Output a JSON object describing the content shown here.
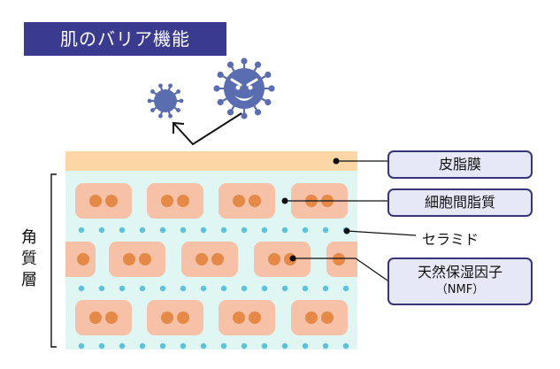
{
  "title": "肌のバリア機能",
  "labels": {
    "sebum": "皮脂膜",
    "intercellular_lipid": "細胞間脂質",
    "ceramide": "セラミド",
    "nmf_line1": "天然保湿因子",
    "nmf_line2": "（NMF）"
  },
  "side_label": [
    "角",
    "質",
    "層"
  ],
  "icons": [
    "virus-icon",
    "virus-small-icon"
  ],
  "colors": {
    "title_bg": "#3a3a8e",
    "sebum_layer": "#fcd6a4",
    "stratum_bg": "#dff6f2",
    "cell": "#f6c1a6",
    "nucleus": "#e48948",
    "ceramide_dot": "#5bc2d9",
    "virus": "#5a6db1",
    "label_bg": "#e6e9f5",
    "label_border": "#353577"
  }
}
